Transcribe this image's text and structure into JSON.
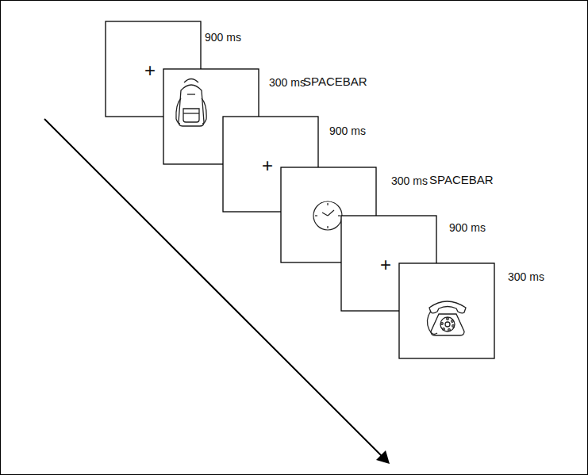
{
  "diagram": {
    "nodes": [
      {
        "text": [
          "+",
          "900 ms"
        ]
      },
      {
        "text": [
          "300 ms",
          "SPACEBAR"
        ]
      },
      {
        "text": [
          "+",
          "900 ms"
        ]
      },
      {
        "text": [
          "300 ms",
          "SPACEBAR"
        ]
      },
      {
        "text": [
          "+",
          "900 ms"
        ]
      },
      {
        "text": [
          "300 ms"
        ]
      }
    ]
  }
}
